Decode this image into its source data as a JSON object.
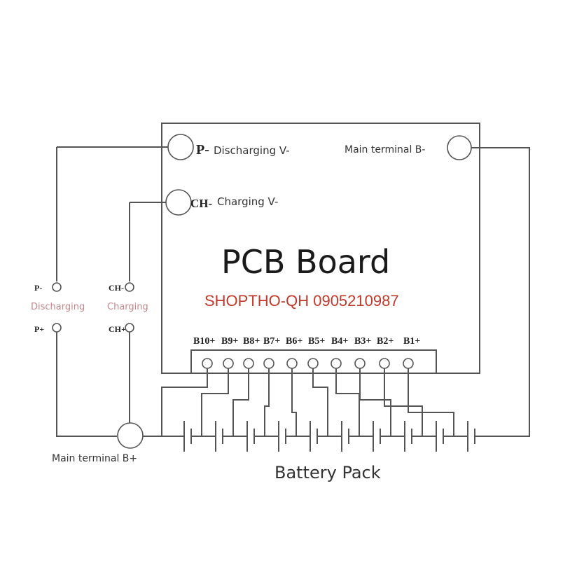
{
  "diagram": {
    "title": "PCB Board",
    "watermark": "SHOPTHO-QH 0905210987",
    "watermark_color": "#c0392b",
    "battery_label": "Battery Pack",
    "terminals": {
      "p_minus": {
        "code": "P-",
        "desc": "Discharging V-"
      },
      "ch_minus": {
        "code": "CH-",
        "desc": "Charging V-"
      },
      "b_minus": {
        "desc": "Main terminal B-"
      },
      "b_plus": {
        "desc": "Main terminal B+"
      }
    },
    "external": {
      "p_minus": "P-",
      "ch_minus": "CH-",
      "p_plus": "P+",
      "ch_plus": "CH+",
      "discharging": "Discharging",
      "charging": "Charging"
    },
    "balance_pins": [
      "B10+",
      "B9+",
      "B8+",
      "B7+",
      "B6+",
      "B5+",
      "B4+",
      "B3+",
      "B2+",
      "B1+"
    ],
    "cell_count": 10
  }
}
